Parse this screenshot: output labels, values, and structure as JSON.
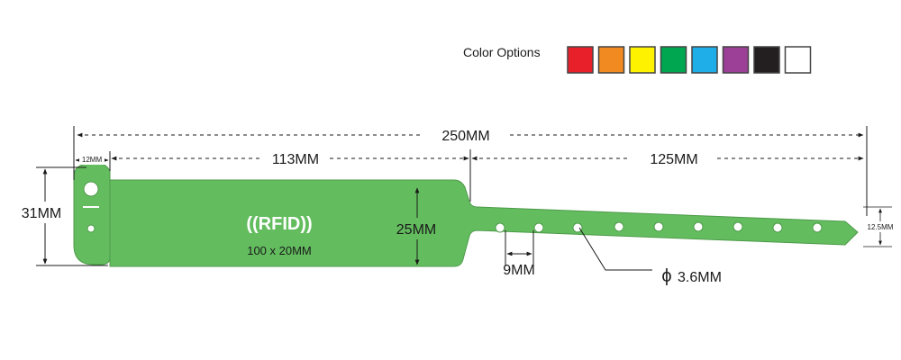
{
  "color_options": {
    "label": "Color Options",
    "colors": [
      "#e8202a",
      "#f28a22",
      "#fff200",
      "#00a650",
      "#1faee8",
      "#9b3f97",
      "#231f20",
      "#ffffff"
    ]
  },
  "band": {
    "color": "#63bd5f",
    "outline": "#4d9a49"
  },
  "dimensions": {
    "total_length": "250MM",
    "tab_width": "12MM",
    "panel_length": "113MM",
    "strap_length": "125MM",
    "overall_height": "31MM",
    "panel_height": "25MM",
    "strap_height": "12.5MM",
    "hole_pitch": "9MM",
    "hole_diameter": "3.6MM",
    "diameter_symbol": "ϕ"
  },
  "panel_text": {
    "rfid": "((RFID))",
    "size": "100 x 20MM"
  }
}
